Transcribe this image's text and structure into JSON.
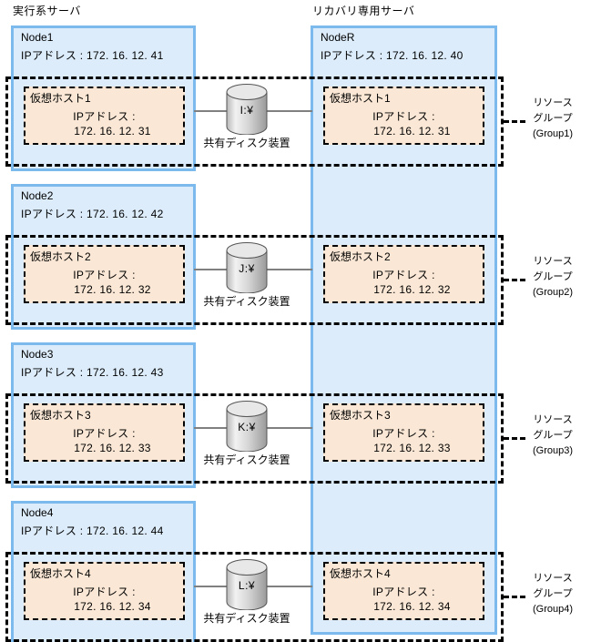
{
  "headers": {
    "active": "実行系サーバ",
    "recovery": "リカバリ専用サーバ"
  },
  "recovery_node": {
    "name": "NodeR",
    "ip": "IPアドレス : 172. 16. 12. 40"
  },
  "nodes": [
    {
      "name": "Node1",
      "ip": "IPアドレス : 172. 16. 12. 41",
      "vhost": {
        "name": "仮想ホスト1",
        "ip_label": "IPアドレス :",
        "ip_value": "172. 16. 12. 31"
      }
    },
    {
      "name": "Node2",
      "ip": "IPアドレス : 172. 16. 12. 42",
      "vhost": {
        "name": "仮想ホスト2",
        "ip_label": "IPアドレス :",
        "ip_value": "172. 16. 12. 32"
      }
    },
    {
      "name": "Node3",
      "ip": "IPアドレス : 172. 16. 12. 43",
      "vhost": {
        "name": "仮想ホスト3",
        "ip_label": "IPアドレス :",
        "ip_value": "172. 16. 12. 33"
      }
    },
    {
      "name": "Node4",
      "ip": "IPアドレス : 172. 16. 12. 44",
      "vhost": {
        "name": "仮想ホスト4",
        "ip_label": "IPアドレス :",
        "ip_value": "172. 16. 12. 34"
      }
    }
  ],
  "recovery_vhosts": [
    {
      "name": "仮想ホスト1",
      "ip_label": "IPアドレス :",
      "ip_value": "172. 16. 12. 31"
    },
    {
      "name": "仮想ホスト2",
      "ip_label": "IPアドレス :",
      "ip_value": "172. 16. 12. 32"
    },
    {
      "name": "仮想ホスト3",
      "ip_label": "IPアドレス :",
      "ip_value": "172. 16. 12. 33"
    },
    {
      "name": "仮想ホスト4",
      "ip_label": "IPアドレス :",
      "ip_value": "172. 16. 12. 34"
    }
  ],
  "disks": [
    {
      "drive": "I:¥",
      "caption": "共有ディスク装置"
    },
    {
      "drive": "J:¥",
      "caption": "共有ディスク装置"
    },
    {
      "drive": "K:¥",
      "caption": "共有ディスク装置"
    },
    {
      "drive": "L:¥",
      "caption": "共有ディスク装置"
    }
  ],
  "resource_groups": [
    {
      "line1": "リソース",
      "line2": "グループ",
      "line3": "(Group1)"
    },
    {
      "line1": "リソース",
      "line2": "グループ",
      "line3": "(Group2)"
    },
    {
      "line1": "リソース",
      "line2": "グループ",
      "line3": "(Group3)"
    },
    {
      "line1": "リソース",
      "line2": "グループ",
      "line3": "(Group4)"
    }
  ],
  "colors": {
    "node_fill": "#dcecfb",
    "node_border": "#7cb9ec",
    "vhost_fill": "#fae7d5",
    "vhost_border": "#000000",
    "connector": "#808080",
    "group_border": "#000000"
  }
}
